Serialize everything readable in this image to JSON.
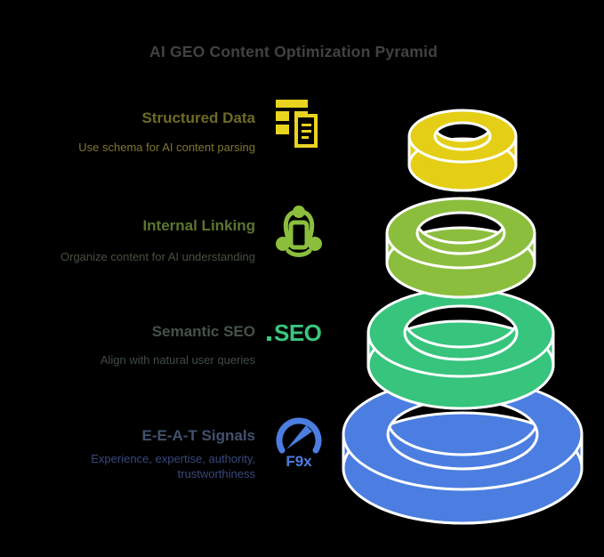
{
  "title": "AI GEO Content Optimization Pyramid",
  "colors": {
    "background": "#000000",
    "title_text": "#424242",
    "ring_outline": "#FFFFFF"
  },
  "levels": [
    {
      "heading": "Structured Data",
      "description": "Use schema for AI content parsing",
      "heading_color": "#6F6A24",
      "description_color": "#80762E",
      "ring_color": "#E5CE16",
      "icon_color": "#E8D41F",
      "icon": "structured-data-table-document-icon"
    },
    {
      "heading": "Internal Linking",
      "description": "Organize content for AI understanding",
      "heading_color": "#5C7530",
      "description_color": "#46513F",
      "ring_color": "#8CBE3E",
      "icon_color": "#8CBE3E",
      "icon": "linked-nodes-icon"
    },
    {
      "heading": "Semantic SEO",
      "description": "Align with natural user queries",
      "heading_color": "#465249",
      "description_color": "#414C46",
      "ring_color": "#37C47D",
      "icon_color": "#3BC57E",
      "icon": "seo-wordmark-icon",
      "icon_text": "SEO"
    },
    {
      "heading": "E-E-A-T Signals",
      "description_lines": [
        "Experience, expertise, authority,",
        "trustworthiness"
      ],
      "heading_color": "#42516C",
      "description_color": "#38497B",
      "ring_color": "#4B7EE0",
      "icon_color": "#4B7EE0",
      "icon": "gauge-icon",
      "icon_text": "F9x"
    }
  ]
}
